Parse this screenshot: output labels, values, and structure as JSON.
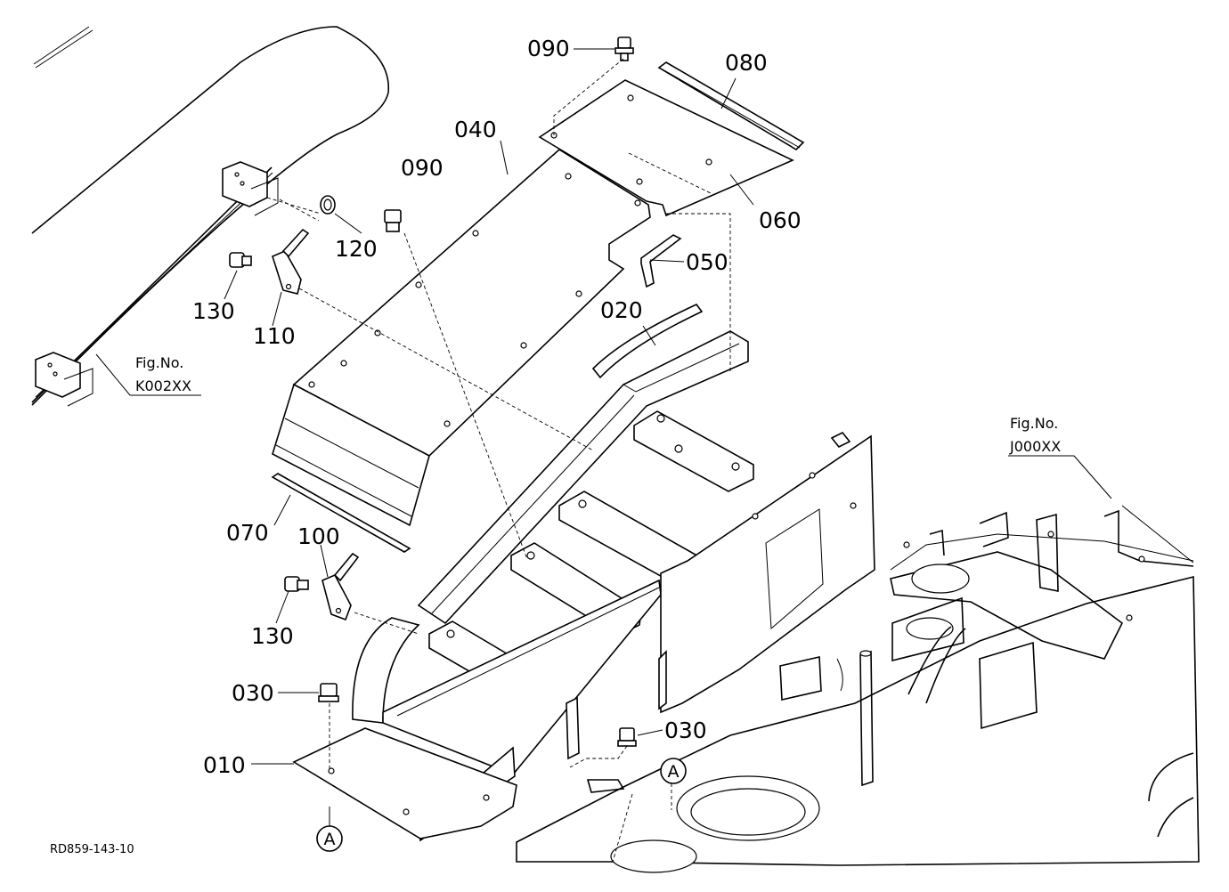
{
  "diagram": {
    "callouts": {
      "c010": "010",
      "c020": "020",
      "c030a": "030",
      "c030b": "030",
      "c040": "040",
      "c050": "050",
      "c060": "060",
      "c070": "070",
      "c080": "080",
      "c090a": "090",
      "c090b": "090",
      "c100": "100",
      "c110": "110",
      "c120": "120",
      "c130a": "130",
      "c130b": "130"
    },
    "figure_refs": {
      "left": {
        "label": "Fig.No.",
        "code": "K002XX"
      },
      "right": {
        "label": "Fig.No.",
        "code": "J000XX"
      }
    },
    "reference_markers": {
      "a1": "A",
      "a2": "A"
    },
    "drawing_code": "RD859-143-10"
  }
}
